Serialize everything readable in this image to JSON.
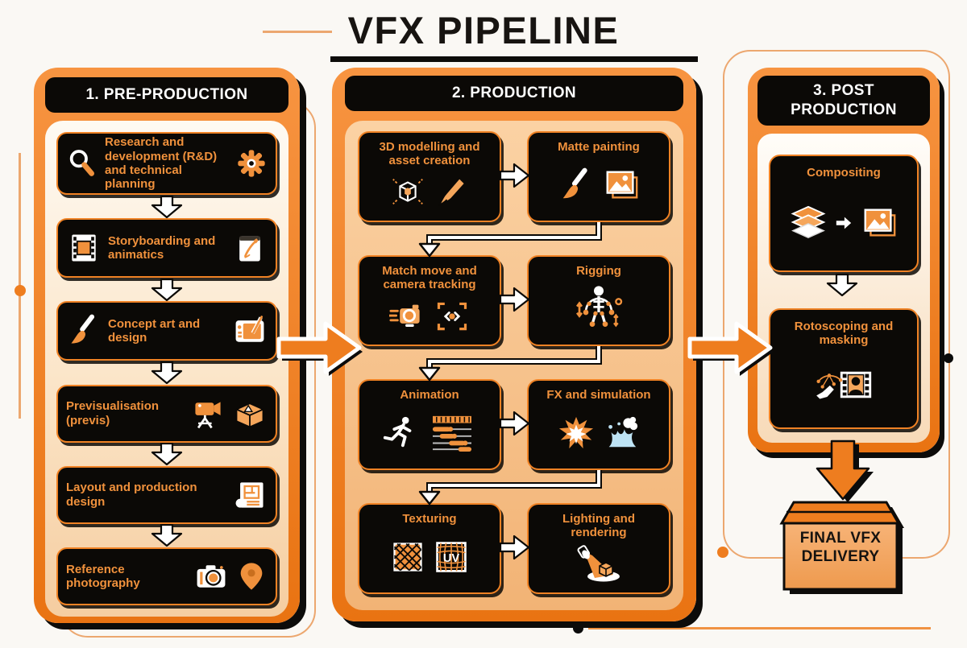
{
  "title": "VFX PIPELINE",
  "columns": [
    {
      "id": "pre-production",
      "header": "1. PRE-PRODUCTION",
      "steps": [
        {
          "label": "Research and development (R&D) and technical planning",
          "icons": [
            "magnifier-icon",
            "gear-icon"
          ]
        },
        {
          "label": "Storyboarding and animatics",
          "icons": [
            "film-strip-icon",
            "notepad-icon"
          ]
        },
        {
          "label": "Concept art and design",
          "icons": [
            "paintbrush-icon",
            "drawing-tablet-icon"
          ]
        },
        {
          "label": "Previsualisation (previs)",
          "icons": [
            "video-camera-icon",
            "set-model-icon"
          ]
        },
        {
          "label": "Layout and production design",
          "icons": [
            "blueprint-icon"
          ]
        },
        {
          "label": "Reference photography",
          "icons": [
            "camera-icon",
            "location-pin-icon"
          ]
        }
      ]
    },
    {
      "id": "production",
      "header": "2. PRODUCTION",
      "steps": [
        {
          "label": "3D modelling and asset creation",
          "icons": [
            "wireframe-cube-icon",
            "sculpt-tool-icon"
          ]
        },
        {
          "label": "Matte painting",
          "icons": [
            "paintbrush-icon",
            "image-stack-icon"
          ]
        },
        {
          "label": "Match move and camera tracking",
          "icons": [
            "motion-camera-icon",
            "tracking-target-icon"
          ]
        },
        {
          "label": "Rigging",
          "icons": [
            "skeleton-rig-icon"
          ]
        },
        {
          "label": "Animation",
          "icons": [
            "running-figure-icon",
            "timeline-icon"
          ]
        },
        {
          "label": "FX and simulation",
          "icons": [
            "explosion-icon",
            "water-splash-icon"
          ]
        },
        {
          "label": "Texturing",
          "icons": [
            "texture-swatch-icon",
            "uv-map-icon"
          ]
        },
        {
          "label": "Lighting and rendering",
          "icons": [
            "spotlight-icon"
          ]
        }
      ]
    },
    {
      "id": "post-production",
      "header": "3. POST PRODUCTION",
      "steps": [
        {
          "label": "Compositing",
          "icons": [
            "layers-icon",
            "arrow-right-icon",
            "image-stack-icon"
          ]
        },
        {
          "label": "Rotoscoping and masking",
          "icons": [
            "pen-tool-icon",
            "film-mask-icon"
          ]
        }
      ]
    }
  ],
  "final_delivery": {
    "label": "FINAL VFX DELIVERY"
  },
  "colors": {
    "accent_orange": "#EE7D1F",
    "label_orange": "#F0913C",
    "box_black": "#0B0906",
    "splash_blue": "#BEE3F4",
    "background": "#FAF8F4"
  }
}
